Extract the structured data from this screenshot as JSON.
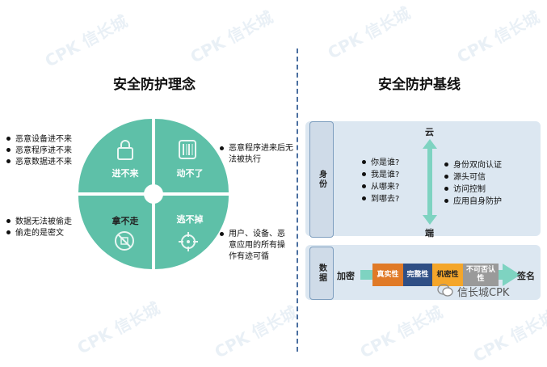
{
  "watermark": "CPK 信长城",
  "left": {
    "title": "安全防护理念",
    "quadrants": [
      {
        "label": "进不来",
        "icon": "lock-icon"
      },
      {
        "label": "动不了",
        "icon": "barcode-icon"
      },
      {
        "label": "拿不走",
        "icon": "no-take-icon"
      },
      {
        "label": "逃不掉",
        "icon": "crosshair-icon"
      }
    ],
    "bullets_top_left": [
      "恶意设备进不来",
      "恶意程序进不来",
      "恶意数据进不来"
    ],
    "bullets_bottom_left": [
      "数据无法被偷走",
      "偷走的是密文"
    ],
    "bullet_top_right": "恶意程序进来后无法被执行",
    "bullet_bottom_right": "用户、设备、恶意应用的所有操作有迹可循"
  },
  "right": {
    "title": "安全防护基线",
    "identity": {
      "tag": "身份",
      "questions": [
        "你是谁?",
        "我是谁?",
        "从哪来?",
        "到哪去?"
      ],
      "top_label": "云",
      "bottom_label": "端",
      "answers": [
        "身份双向认证",
        "源头可信",
        "访问控制",
        "应用自身防护"
      ]
    },
    "data": {
      "tag": "数据",
      "left_label": "加密",
      "right_label": "签名",
      "attributes": [
        {
          "text": "真实性",
          "color": "#e07a27",
          "fg": "#ffffff"
        },
        {
          "text": "完整性",
          "color": "#2f4f85",
          "fg": "#ffffff"
        },
        {
          "text": "机密性",
          "color": "#f4a62a",
          "fg": "#222222"
        },
        {
          "text": "不可否认性",
          "color": "#9a9a9a",
          "fg": "#ffffff"
        }
      ]
    }
  },
  "footer_brand": "信长城CPK",
  "colors": {
    "circle": "#5ec0a8",
    "panel": "#dce7f1",
    "arrow": "#7ed3c1"
  }
}
